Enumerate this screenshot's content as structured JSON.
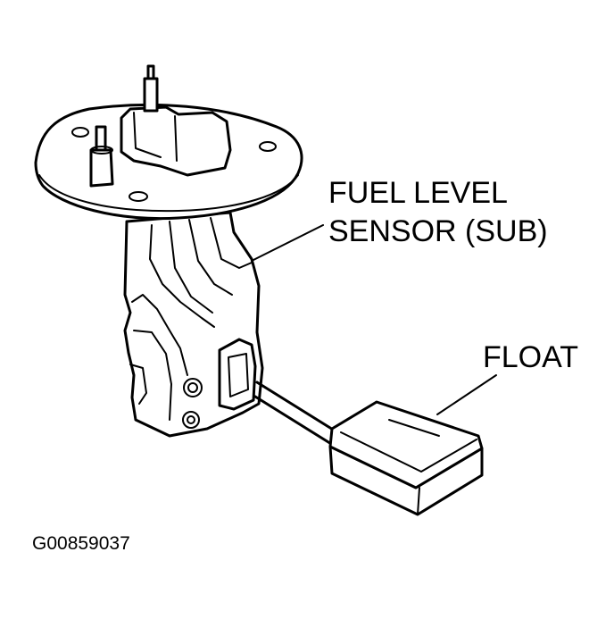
{
  "labels": {
    "sensor_line1": "FUEL LEVEL",
    "sensor_line2": "SENSOR (SUB)",
    "float": "FLOAT",
    "figure_code": "G00859037"
  },
  "colors": {
    "ink": "#000000",
    "background": "#ffffff"
  }
}
